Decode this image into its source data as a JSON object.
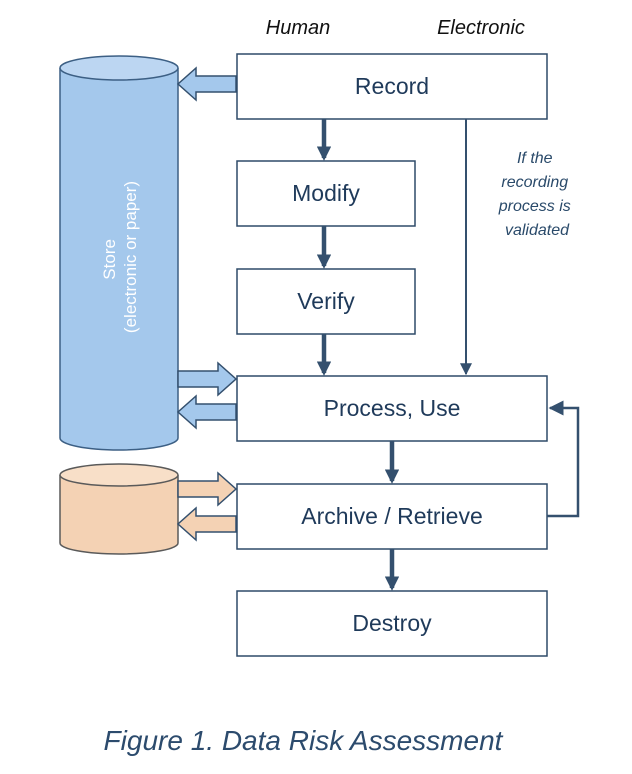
{
  "columns": {
    "human": "Human",
    "electronic": "Electronic"
  },
  "boxes": {
    "record": "Record",
    "modify": "Modify",
    "verify": "Verify",
    "process_use": "Process, Use",
    "archive_retrieve": "Archive / Retrieve",
    "destroy": "Destroy"
  },
  "note": {
    "line1": "If the",
    "line2": "recording",
    "line3": "process is",
    "line4": "validated"
  },
  "store": {
    "line1": "Store",
    "line2": "(electronic or paper)"
  },
  "caption": "Figure 1. Data Risk Assessment",
  "colors": {
    "box_stroke": "#2e4a68",
    "arrow": "#34506e",
    "store_blue": "#a4c8ec",
    "archive_peach": "#f4d2b4",
    "caption": "#2c4b6d"
  }
}
